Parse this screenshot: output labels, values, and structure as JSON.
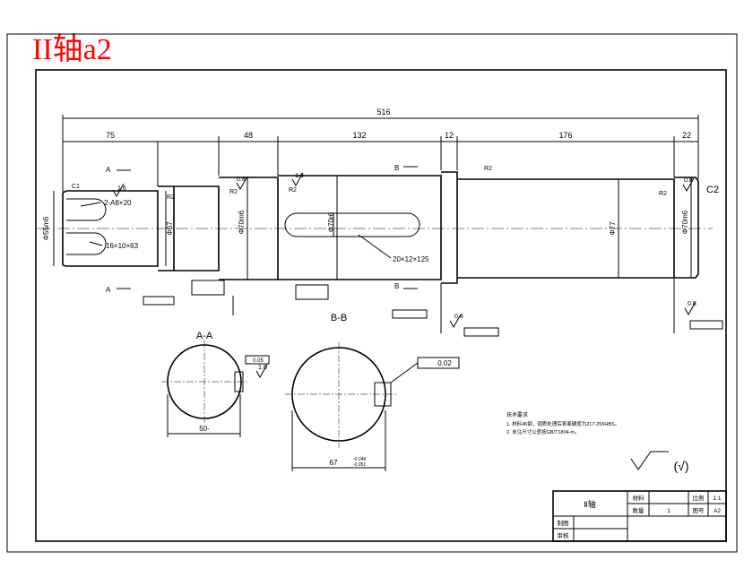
{
  "heading": "II轴a2",
  "dimensions": {
    "overall": "516",
    "seg1": "75",
    "seg2": "48",
    "seg3": "132",
    "seg4": "12",
    "seg5": "176",
    "seg6": "22"
  },
  "diameters": {
    "d1": "Φ55m6",
    "d2": "Φ67",
    "d3": "Φ70m6",
    "d4": "Φ70r6",
    "d5": "Φ77",
    "d6": "Φ70m6"
  },
  "features": {
    "key1": "2-A8×20",
    "key1b": "16×10×63",
    "key2": "20×12×125",
    "c1": "C1",
    "c2": "C2",
    "r2a": "R2",
    "r2b": "R2",
    "r2c": "R2",
    "r2d": "R2",
    "r2e": "R2"
  },
  "sections": {
    "a_mark": "A",
    "b_mark": "B",
    "aa_title": "A-A",
    "bb_title": "B-B",
    "aa_width": "50-",
    "bb_width": "67",
    "aa_tol": "0.05",
    "bb_tol": "0.02",
    "bb_dev_top": "-0.048",
    "bb_dev_bot": "-0.051"
  },
  "surface_finish": {
    "v1": "1.6",
    "v2": "0.8",
    "v3": "1.6",
    "v4": "0.8",
    "v5": "0.8",
    "v6": "0.8",
    "v7": "1.6",
    "general": "(√)"
  },
  "notes": {
    "title": "技术要求",
    "line1": "1. 材料45钢，调质处理后表面硬度为217-255HBS。",
    "line2": "2. 未注尺寸公差按GB/T1804-m。"
  },
  "title_block": {
    "part_name": "Ⅱ轴",
    "material_label": "材料",
    "material_value": "",
    "scale_label": "比例",
    "scale_value": "1:1",
    "qty_label": "数量",
    "qty_value": "1",
    "drawing_no_label": "图号",
    "drawing_no_value": "A2",
    "drawn_label": "制图",
    "checked_label": "审核"
  },
  "colors": {
    "heading": "#ff0000",
    "lines": "#000000"
  }
}
